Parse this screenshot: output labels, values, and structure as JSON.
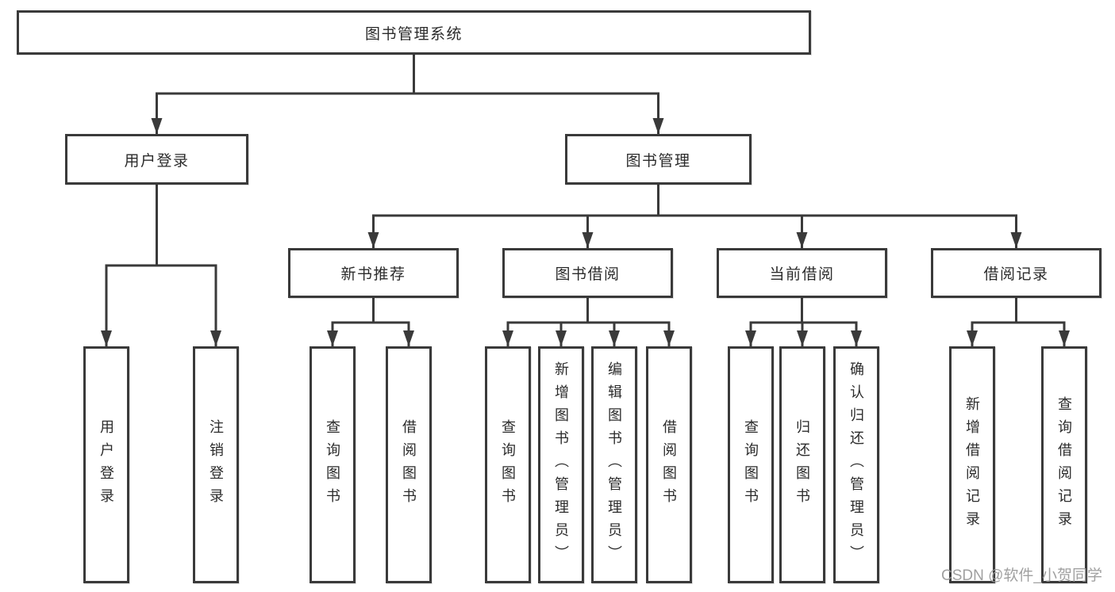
{
  "diagram": {
    "root": {
      "label": "图书管理系统"
    },
    "user_login": {
      "label": "用户登录",
      "children": [
        {
          "label": "用户登录"
        },
        {
          "label": "注销登录"
        }
      ]
    },
    "book_mgmt": {
      "label": "图书管理",
      "sections": [
        {
          "label": "新书推荐",
          "children": [
            {
              "label": "查询图书"
            },
            {
              "label": "借阅图书"
            }
          ]
        },
        {
          "label": "图书借阅",
          "children": [
            {
              "label": "查询图书"
            },
            {
              "label": "新增图书（管理员）"
            },
            {
              "label": "编辑图书（管理员）"
            },
            {
              "label": "借阅图书"
            }
          ]
        },
        {
          "label": "当前借阅",
          "children": [
            {
              "label": "查询图书"
            },
            {
              "label": "归还图书"
            },
            {
              "label": "确认归还（管理员）"
            }
          ]
        },
        {
          "label": "借阅记录",
          "children": [
            {
              "label": "新增借阅记录"
            },
            {
              "label": "查询借阅记录"
            }
          ]
        }
      ]
    },
    "colors": {
      "line": "#3a3a3a",
      "text": "#2b2b2b",
      "box_background": "#ffffff",
      "watermark": "#989898"
    },
    "watermark": {
      "text": "CSDN @软件_小贺同学"
    }
  }
}
